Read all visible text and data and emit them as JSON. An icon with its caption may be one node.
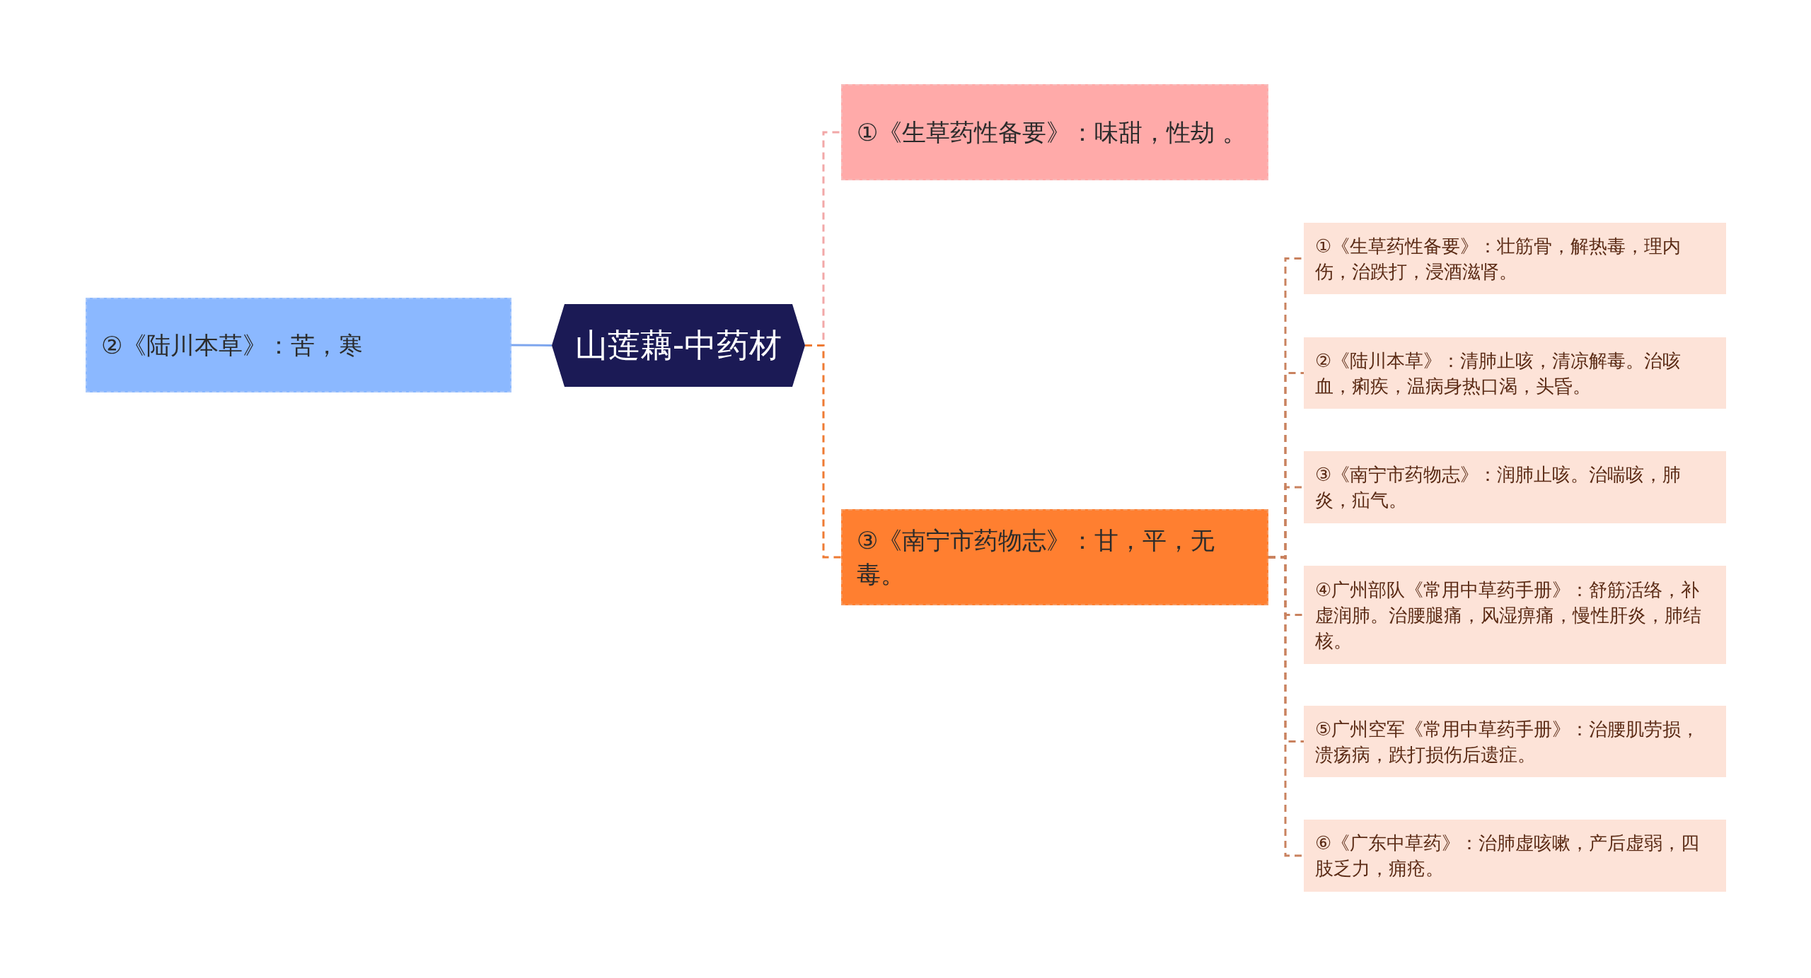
{
  "diagram": {
    "nodes": [
      {
        "text": [
          "山莲藕-中药材"
        ]
      },
      {
        "text": [
          "②《陆川本草》：苦，寒"
        ]
      },
      {
        "text": [
          "①《生草药性备要》：味甜，性劫 。"
        ]
      },
      {
        "text": [
          "③《南宁市药物志》：甘，平，无毒。"
        ]
      },
      {
        "text": [
          "①《生草药性备要》：壮筋骨，解热毒，理内伤，治跌打，浸酒滋肾。"
        ]
      },
      {
        "text": [
          "②《陆川本草》：清肺止咳，清凉解毒。治咳血，痢疾，温病身热口渴，头昏。"
        ]
      },
      {
        "text": [
          "③《南宁市药物志》：润肺止咳。治喘咳，肺炎，疝气。"
        ]
      },
      {
        "text": [
          "④广州部队《常用中草药手册》：舒筋活络，补虚润肺。治腰腿痛，风湿痹痛，慢性肝炎，肺结核。"
        ]
      },
      {
        "text": [
          "⑤广州空军《常用中草药手册》：治腰肌劳损，溃疡病，跌打损伤后遗症。"
        ]
      },
      {
        "text": [
          "⑥《广东中草药》：治肺虚咳嗽，产后虚弱，四肢乏力，痈疮。"
        ]
      }
    ],
    "edges": [
      {
        "from": 0,
        "to": 1,
        "arrow": "none",
        "color": "#7ea6ee"
      },
      {
        "from": 0,
        "to": 2,
        "arrow": "none",
        "style": "dashed",
        "color": "#f2a7a7"
      },
      {
        "from": 0,
        "to": 3,
        "arrow": "none",
        "style": "dashed",
        "color": "#ee7a33"
      },
      {
        "from": 3,
        "to": 4,
        "arrow": "none",
        "style": "dashed"
      },
      {
        "from": 3,
        "to": 5,
        "arrow": "none",
        "style": "dashed"
      },
      {
        "from": 3,
        "to": 6,
        "arrow": "none",
        "style": "dashed"
      },
      {
        "from": 3,
        "to": 7,
        "arrow": "none",
        "style": "dashed"
      },
      {
        "from": 3,
        "to": 8,
        "arrow": "none",
        "style": "dashed"
      },
      {
        "from": 3,
        "to": 9,
        "arrow": "none",
        "style": "dashed"
      }
    ]
  }
}
